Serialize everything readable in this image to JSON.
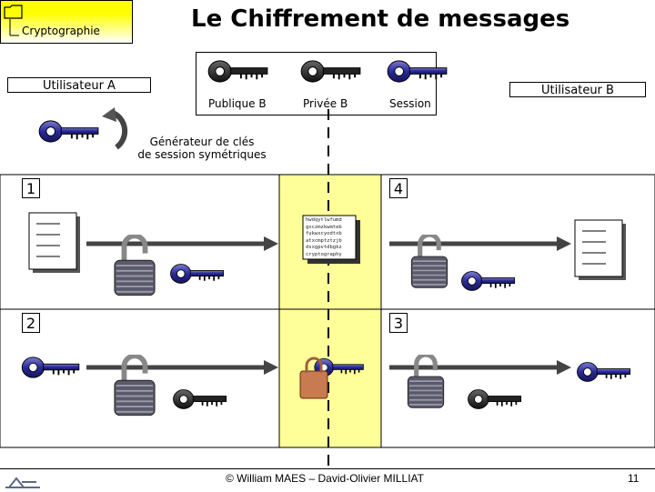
{
  "header": {
    "section": "Cryptographie",
    "title": "Le Chiffrement de messages"
  },
  "users": {
    "a": "Utilisateur A",
    "b": "Utilisateur B"
  },
  "keys": {
    "public_b": "Publique B",
    "private_b": "Privée B",
    "session": "Session"
  },
  "generator": {
    "line1": "Générateur de clés",
    "line2": "de session symétriques"
  },
  "quadrants": {
    "q1": "1",
    "q2": "2",
    "q3": "3",
    "q4": "4"
  },
  "ciphertext": [
    "hwdqytlwfumd",
    "gxczmzkwmteb",
    "fukwxcyodtxb",
    "atxcmptztzjb",
    "dsxgpvtdbgkz",
    "cryptography"
  ],
  "footer": {
    "credits": "©  William MAES – David-Olivier MILLIAT",
    "page": "11"
  },
  "colors": {
    "key_blue": "#2a2a9a",
    "lock_grey": "#6a6a7a",
    "highlight": "#ffff99",
    "header_yellow": "#ffff00"
  }
}
